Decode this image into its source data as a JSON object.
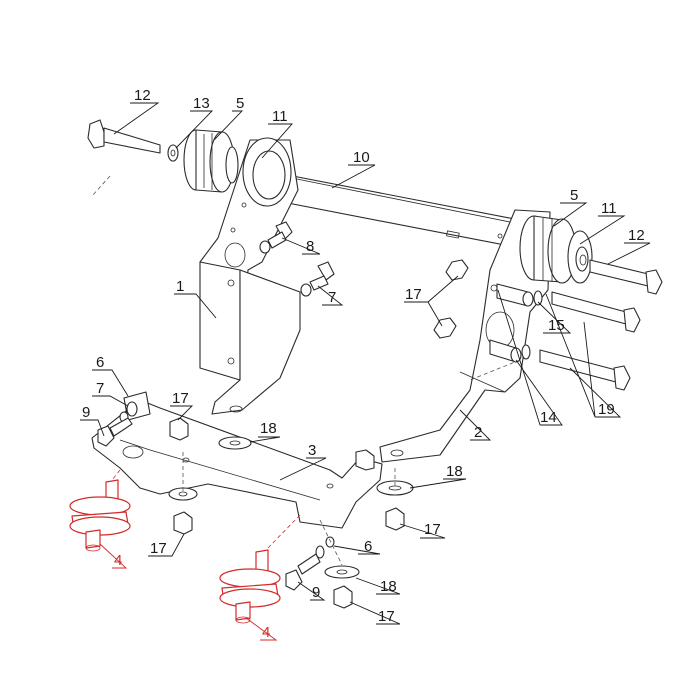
{
  "callouts": {
    "c12a": "12",
    "c13": "13",
    "c5a": "5",
    "c11a": "11",
    "c10": "10",
    "c5b": "5",
    "c11b": "11",
    "c12b": "12",
    "c8": "8",
    "c7a": "7",
    "c1": "1",
    "c17a": "17",
    "c15": "15",
    "c6a": "6",
    "c7b": "7",
    "c9a": "9",
    "c17b": "17",
    "c18a": "18",
    "c14": "14",
    "c19": "19",
    "c2": "2",
    "c3": "3",
    "c18b": "18",
    "c17c": "17",
    "c4a": "4",
    "c17d": "17",
    "c6b": "6",
    "c4b": "4",
    "c9b": "9",
    "c18c": "18",
    "c17e": "17"
  },
  "colors": {
    "line": "#2b2b2b",
    "highlight": "#d42a2a",
    "background": "#ffffff"
  }
}
